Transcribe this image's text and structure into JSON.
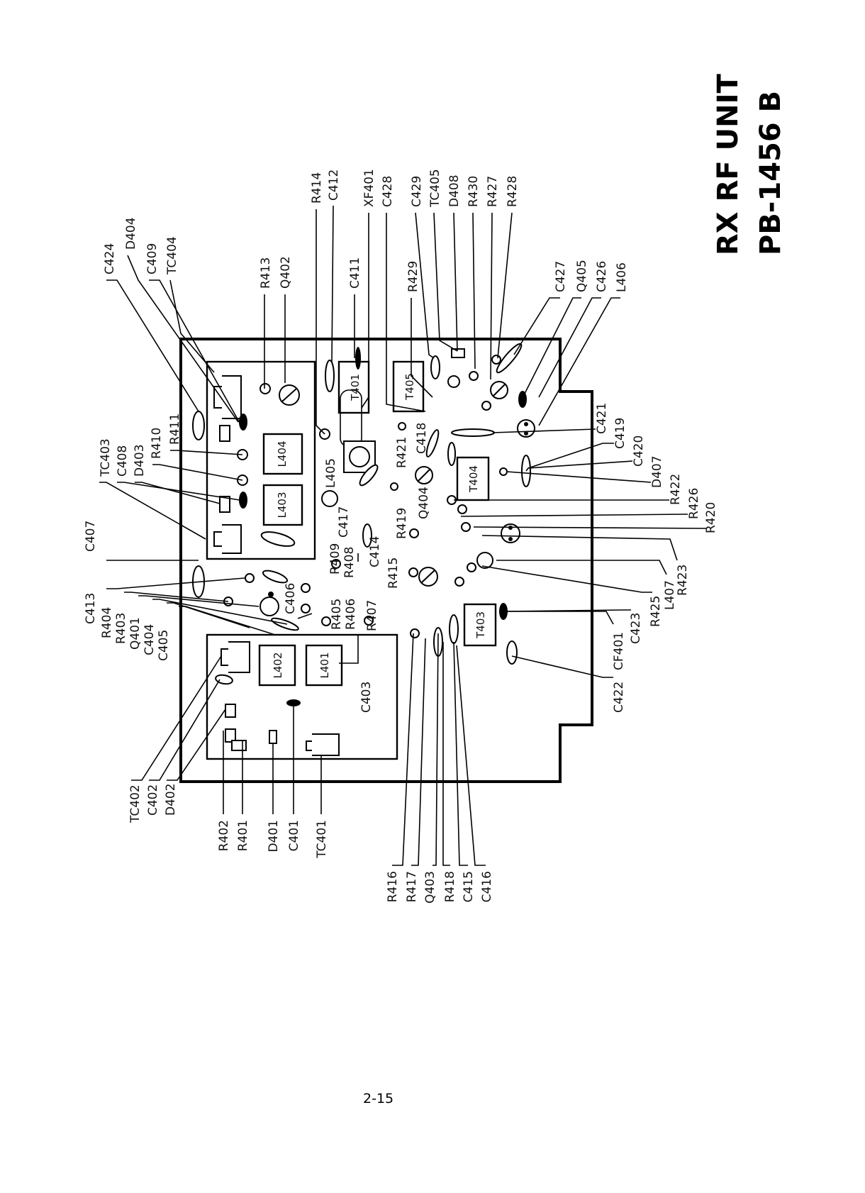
{
  "title": {
    "line1": "RX RF UNIT",
    "line2": "PB-1456 B"
  },
  "page_number": "2-15",
  "labels": {
    "top": [
      "C424",
      "D404",
      "C409",
      "TC404",
      "R413",
      "Q402",
      "R414",
      "C412",
      "C411",
      "XF401",
      "C428",
      "R429",
      "C429",
      "TC405",
      "D408",
      "R430",
      "R427",
      "R428",
      "C427",
      "Q405",
      "C426",
      "L406"
    ],
    "right": [
      "C421",
      "C419",
      "C420",
      "D407",
      "R422",
      "R426",
      "R420",
      "R423",
      "L407",
      "R425",
      "C423",
      "CF401",
      "C422"
    ],
    "left": [
      "C407",
      "TC403",
      "C408",
      "D403",
      "R410",
      "R411",
      "C413",
      "R404",
      "R403",
      "Q401",
      "C404",
      "C405",
      "TC402",
      "C402",
      "D402"
    ],
    "bottom": [
      "R402",
      "R401",
      "D401",
      "C401",
      "TC401",
      "R416",
      "R417",
      "Q403",
      "R418",
      "C415",
      "C416"
    ],
    "inner": [
      "L405",
      "C417",
      "R421",
      "C418",
      "Q404",
      "R419",
      "R409",
      "R408",
      "C414",
      "R415",
      "C406",
      "R405",
      "R406",
      "R407",
      "C403"
    ],
    "boxes": [
      "T401",
      "T405",
      "L404",
      "L403",
      "T404",
      "L402",
      "L401",
      "T403"
    ]
  }
}
